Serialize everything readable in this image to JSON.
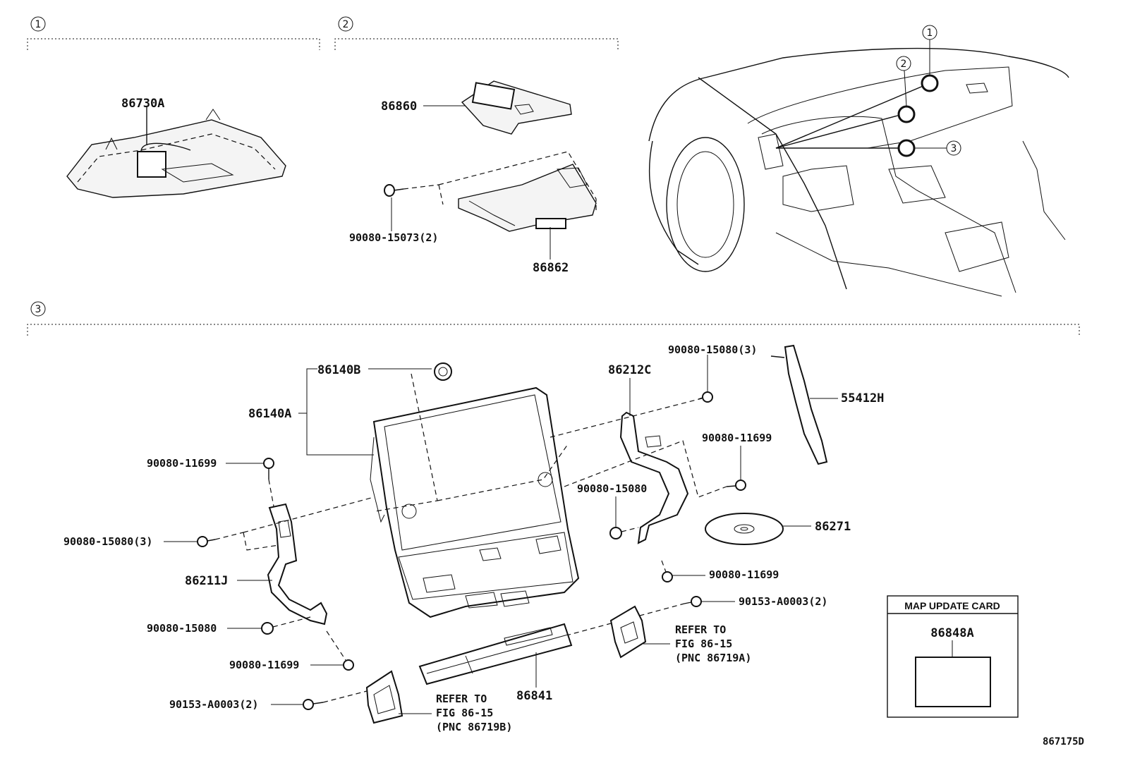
{
  "diagram": {
    "sections": [
      {
        "number": "1"
      },
      {
        "number": "2"
      },
      {
        "number": "3"
      }
    ],
    "car_callouts": [
      "1",
      "2",
      "3"
    ],
    "section1": {
      "labels": {
        "p86730A": "86730A"
      }
    },
    "section2": {
      "labels": {
        "p86860": "86860",
        "p90080_15073": "90080-15073(2)",
        "p86862": "86862"
      }
    },
    "section3": {
      "labels": {
        "p86140B": "86140B",
        "p86140A": "86140A",
        "p86212C": "86212C",
        "p90080_15080_3_top": "90080-15080(3)",
        "p55412H": "55412H",
        "p90080_11699_right": "90080-11699",
        "p90080_15080_mid": "90080-15080",
        "p86271": "86271",
        "p90080_11699_rlow": "90080-11699",
        "p90153_A0003_right": "90153-A0003(2)",
        "p90080_11699_left": "90080-11699",
        "p90080_15080_3_left": "90080-15080(3)",
        "p86211J": "86211J",
        "p90080_15080_left": "90080-15080",
        "p90080_11699_lowleft": "90080-11699",
        "p90153_A0003_left": "90153-A0003(2)",
        "p86841": "86841"
      },
      "notes": {
        "right": [
          "REFER TO",
          "FIG 86-15",
          "(PNC 86719A)"
        ],
        "left": [
          "REFER TO",
          "FIG 86-15",
          "(PNC 86719B)"
        ]
      },
      "map_card": {
        "title": "MAP UPDATE CARD",
        "part": "86848A"
      }
    },
    "ref_code": "867175D"
  }
}
